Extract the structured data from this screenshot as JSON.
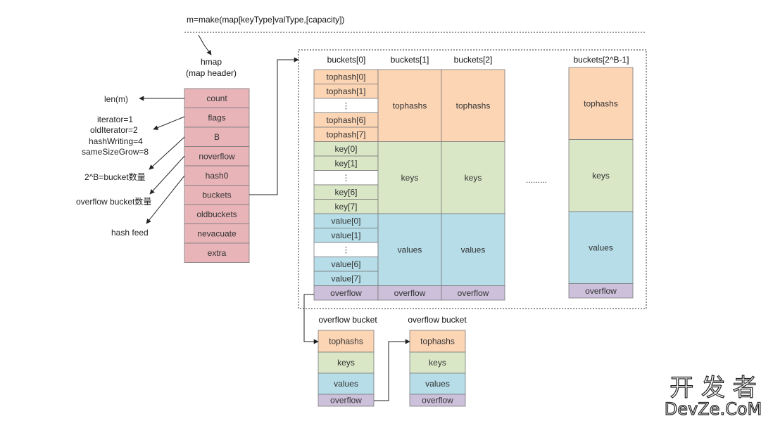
{
  "title": "m=make(map[keyType]valType,[capacity])",
  "hmap": {
    "label": "hmap",
    "sublabel": "(map header)",
    "fields": [
      "count",
      "flags",
      "B",
      "noverflow",
      "hash0",
      "buckets",
      "oldbuckets",
      "nevacuate",
      "extra"
    ]
  },
  "annotations": {
    "len": "len(m)",
    "flags_values": [
      "iterator=1",
      "oldIterator=2",
      "hashWriting=4",
      "sameSizeGrow=8"
    ],
    "b_desc": "2^B=bucket数量",
    "noverflow_desc": "overflow bucket数量",
    "hash0_desc": "hash feed"
  },
  "bucket_headers": [
    "buckets[0]",
    "buckets[1]",
    "buckets[2]",
    "buckets[2^B-1]"
  ],
  "bucket0": {
    "tophash": [
      "tophash[0]",
      "tophash[1]",
      "⋮",
      "tophash[6]",
      "tophash[7]"
    ],
    "keys": [
      "key[0]",
      "key[1]",
      "⋮",
      "key[6]",
      "key[7]"
    ],
    "values": [
      "value[0]",
      "value[1]",
      "⋮",
      "value[6]",
      "value[7]"
    ],
    "overflow": "overflow"
  },
  "bucket_sections": {
    "tophashs": "tophashs",
    "keys": "keys",
    "values": "values",
    "overflow": "overflow"
  },
  "ellipsis": ".........",
  "overflow_bucket_label": "overflow bucket",
  "watermark": {
    "line1": "开 发 者",
    "line2": "DevZe.CoM"
  },
  "colors": {
    "hmap": "#e8b4b8",
    "tophash": "#fcd5b5",
    "keys": "#d9e7c6",
    "values": "#b6dde8",
    "overflow": "#ccc0da",
    "empty": "#ffffff"
  }
}
